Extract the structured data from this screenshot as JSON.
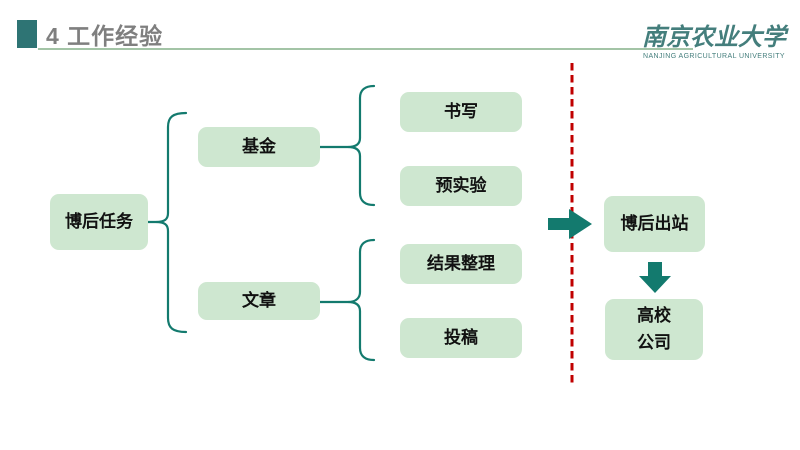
{
  "slide": {
    "header": {
      "title": "4 工作经验"
    },
    "logo": {
      "name": "南京农业大学",
      "subtitle": "NANJING AGRICULTURAL UNIVERSITY"
    },
    "diagram": {
      "root": "博后任务",
      "branches": [
        {
          "label": "基金",
          "children": [
            "书写",
            "预实验"
          ]
        },
        {
          "label": "文章",
          "children": [
            "结果整理",
            "投稿"
          ]
        }
      ],
      "outcome": "博后出站",
      "destinations": [
        "高校",
        "公司"
      ]
    },
    "colors": {
      "header_square": "#2e7474",
      "title_text": "#7f7f7f",
      "underline_green": "#a3c4a6",
      "node_fill": "#cee7d0",
      "connector_teal": "#137a6e",
      "divider_red": "#c00000",
      "logo_teal": "#447e7c"
    }
  }
}
